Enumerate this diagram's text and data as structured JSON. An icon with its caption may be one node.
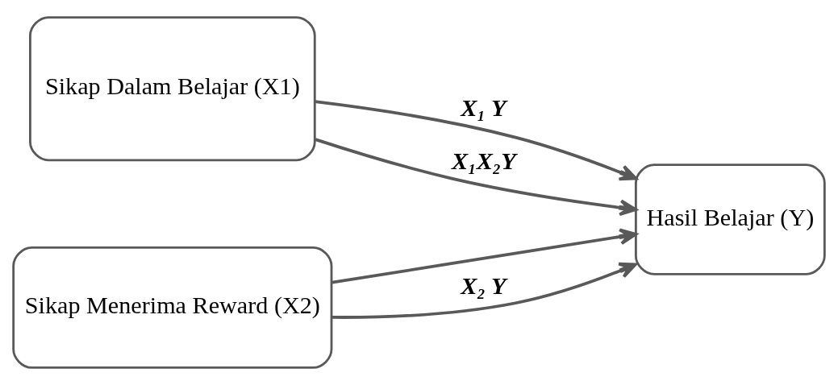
{
  "diagram": {
    "nodes": [
      {
        "text": [
          "Sikap Dalam Belajar (X1)"
        ]
      },
      {
        "text": [
          "Sikap Menerima Reward (X2)"
        ]
      },
      {
        "text": [
          "Hasil Belajar (Y)"
        ]
      }
    ],
    "edges": [
      {
        "from": 0,
        "to": 2,
        "arrow": "to",
        "label": "X₁ Y"
      },
      {
        "from": 0,
        "to": 2,
        "arrow": "to",
        "label": "X₁X₂Y"
      },
      {
        "from": 1,
        "to": 2,
        "arrow": "to"
      },
      {
        "from": 1,
        "to": 2,
        "arrow": "to",
        "label": "X₂ Y"
      }
    ]
  }
}
